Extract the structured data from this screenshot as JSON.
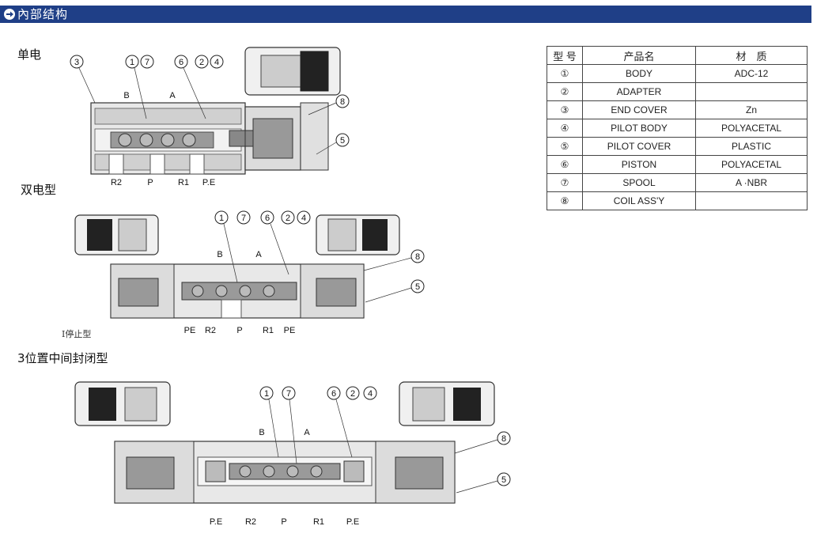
{
  "header": {
    "title": "內部结构"
  },
  "sections": {
    "single": "单电",
    "double": "双电型",
    "three_position": "3位置中间封闭型"
  },
  "notes": {
    "double_note": "I停止型"
  },
  "callouts": {
    "c1": "1",
    "c2": "2",
    "c3": "3",
    "c4": "4",
    "c5": "5",
    "c6": "6",
    "c7": "7",
    "c8": "8"
  },
  "ports": {
    "a": "A",
    "b": "B",
    "p": "P",
    "r1": "R1",
    "r2": "R2",
    "pe": "P.E",
    "pe_alt": "PE"
  },
  "table": {
    "headers": [
      "型 号",
      "产品名",
      "材　质"
    ],
    "rows": [
      {
        "no": "①",
        "name": "BODY",
        "material": "ADC-12"
      },
      {
        "no": "②",
        "name": "ADAPTER",
        "material": ""
      },
      {
        "no": "③",
        "name": "END COVER",
        "material": "Zn"
      },
      {
        "no": "④",
        "name": "PILOT BODY",
        "material": "POLYACETAL"
      },
      {
        "no": "⑤",
        "name": "PILOT COVER",
        "material": "PLASTIC"
      },
      {
        "no": "⑥",
        "name": "PISTON",
        "material": "POLYACETAL"
      },
      {
        "no": "⑦",
        "name": "SPOOL",
        "material": "A ·NBR"
      },
      {
        "no": "⑧",
        "name": "COIL ASS'Y",
        "material": ""
      }
    ]
  }
}
